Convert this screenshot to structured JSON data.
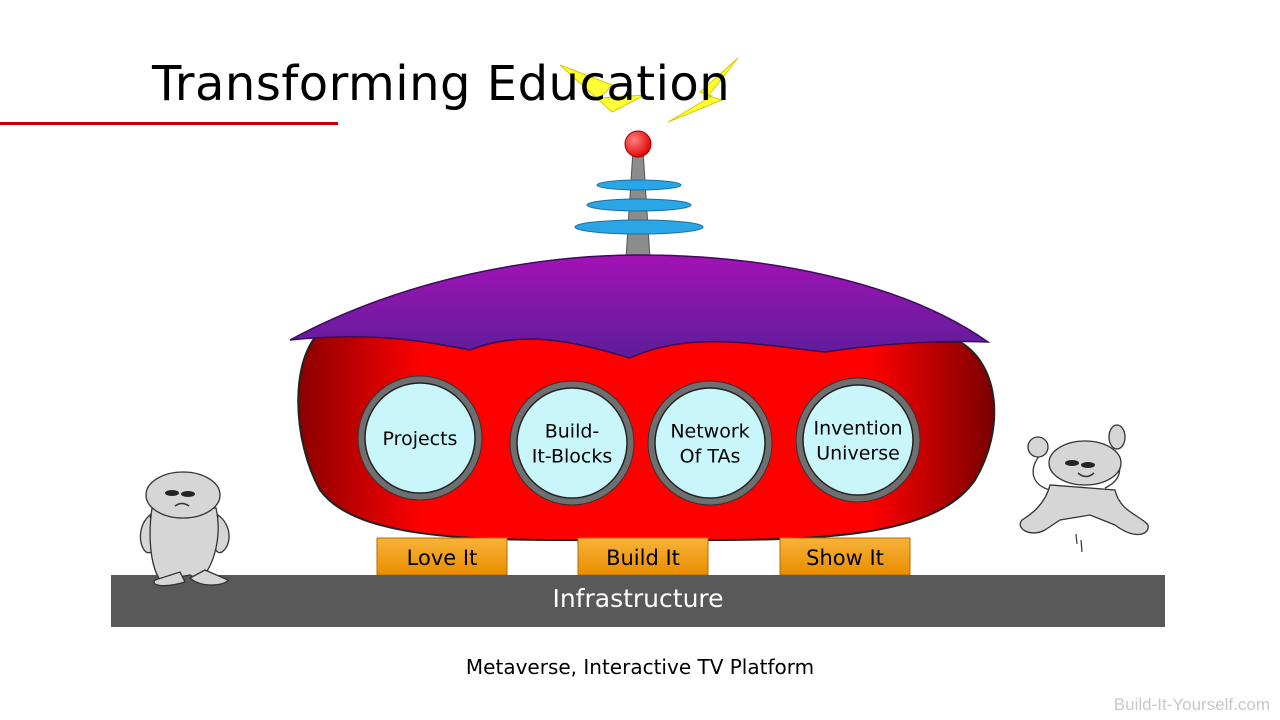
{
  "title": "Transforming Education",
  "pods": [
    {
      "lines": [
        "Projects"
      ]
    },
    {
      "lines": [
        "Build-",
        "It-Blocks"
      ]
    },
    {
      "lines": [
        "Network",
        "Of TAs"
      ]
    },
    {
      "lines": [
        "Invention",
        "Universe"
      ]
    }
  ],
  "pillars": [
    "Love It",
    "Build It",
    "Show It"
  ],
  "infrastructure_label": "Infrastructure",
  "caption": "Metaverse, Interactive TV Platform",
  "footer": "Build-It-Yourself.com",
  "colors": {
    "title_rule": "#c00000",
    "body_red": "#ff0000",
    "roof_purple": "#7a1aa6",
    "pod_fill": "#c8f6fb",
    "pod_ring": "#6f6f6f",
    "pillar_orange": "#f4a21b",
    "base_gray": "#595959",
    "antenna_ball": "#ff0000",
    "disc_blue": "#2aa6e6",
    "spark_yellow": "#ffff33"
  },
  "icons": [
    "lightning-spark-icon",
    "antenna-icon",
    "sad-character-icon",
    "jumping-happy-character-icon"
  ]
}
